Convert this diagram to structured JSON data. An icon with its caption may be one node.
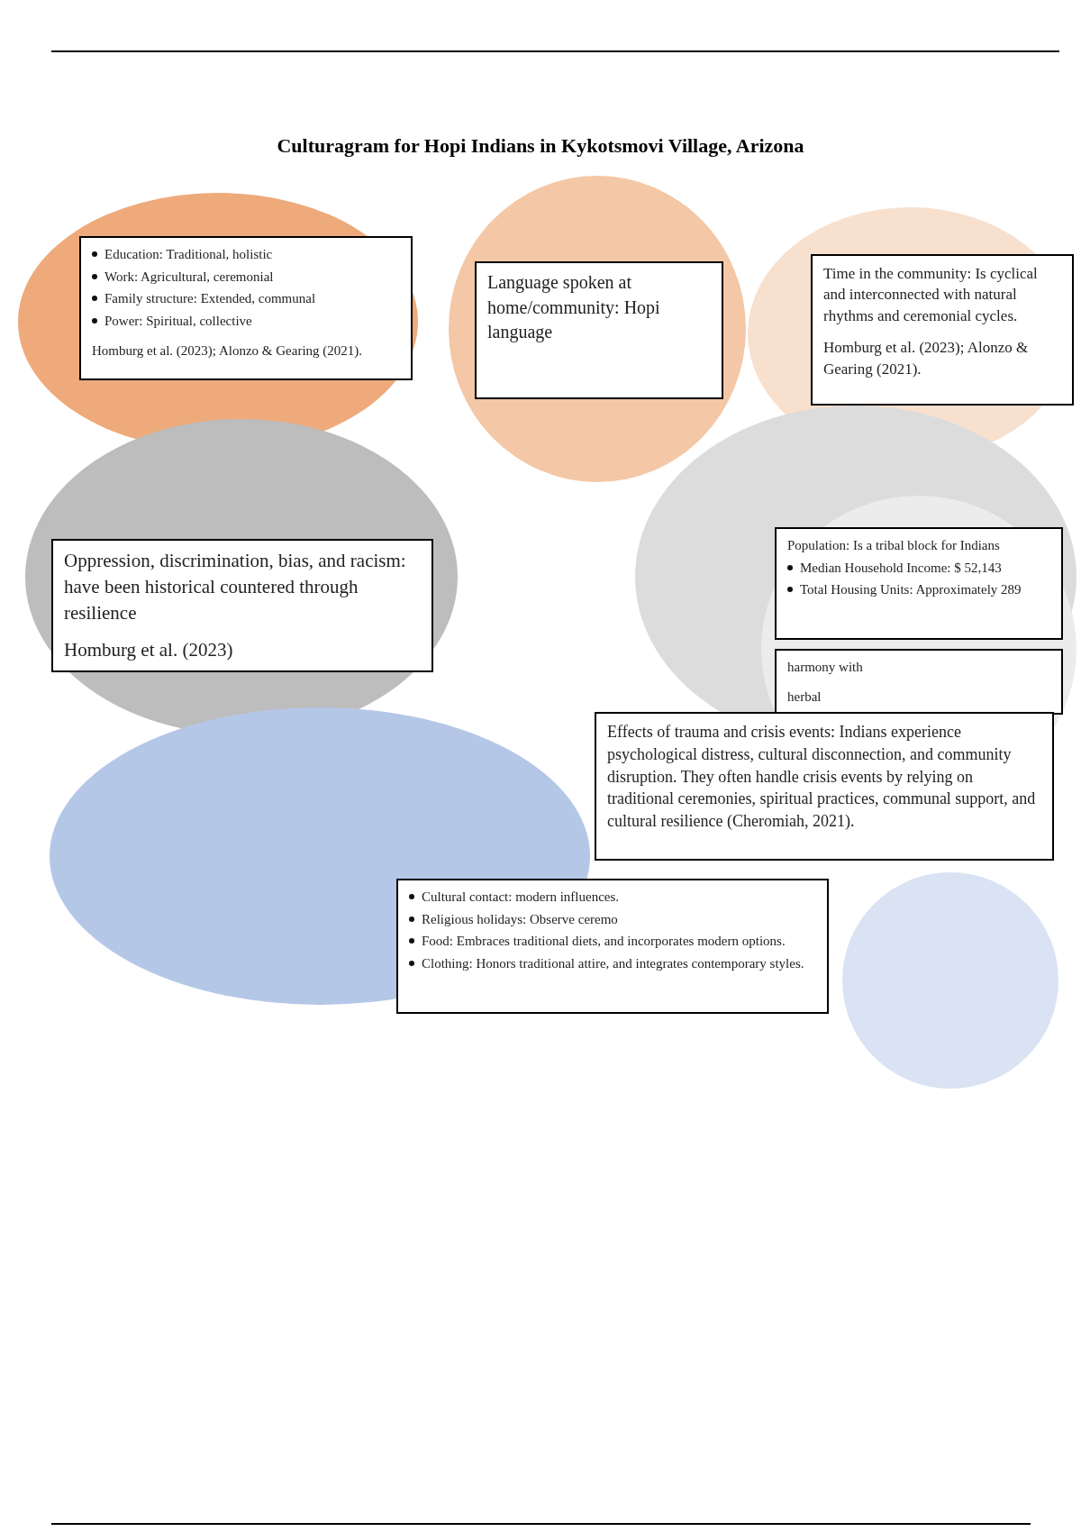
{
  "diagram": {
    "title": "Culturagram for Hopi Indians in Kykotsmovi Village, Arizona",
    "nodes": [
      {
        "text": [
          "Education: Traditional, holistic",
          "Work: Agricultural, ceremonial",
          "Family structure: Extended, communal",
          "Power: Spiritual, collective",
          "Homburg et al. (2023); Alonzo & Gearing (2021)."
        ]
      },
      {
        "text": [
          "Language spoken at home/community: Hopi language"
        ]
      },
      {
        "text": [
          "Time in the community: Is cyclical and interconnected with natural rhythms and ceremonial cycles.",
          "Homburg et al. (2023); Alonzo & Gearing (2021)."
        ]
      },
      {
        "text": [
          "Oppression, discrimination, bias, and racism: have been historical countered through resilience",
          "Homburg et al. (2023)"
        ]
      },
      {
        "text": [
          "Population: Is a tribal block for Indians",
          "Median Household Income: $ 52,143",
          "Total Housing Units: Approximately 289"
        ]
      },
      {
        "text": [
          "harmony with",
          "herbal"
        ]
      },
      {
        "text": [
          "Effects of trauma and crisis events: Indians experience psychological distress, cultural disconnection, and community disruption. They often handle crisis events by relying on traditional ceremonies, spiritual practices, communal support, and cultural resilience (Cheromiah, 2021)."
        ]
      },
      {
        "text": [
          "Cultural contact: modern influences.",
          "Religious holidays: Observe ceremo",
          "Food: Embraces traditional diets, and incorporates modern options.",
          "Clothing: Honors traditional attire, and integrates contemporary styles."
        ]
      },
      {
        "text": [],
        "shape": "circle"
      }
    ],
    "edges": []
  }
}
